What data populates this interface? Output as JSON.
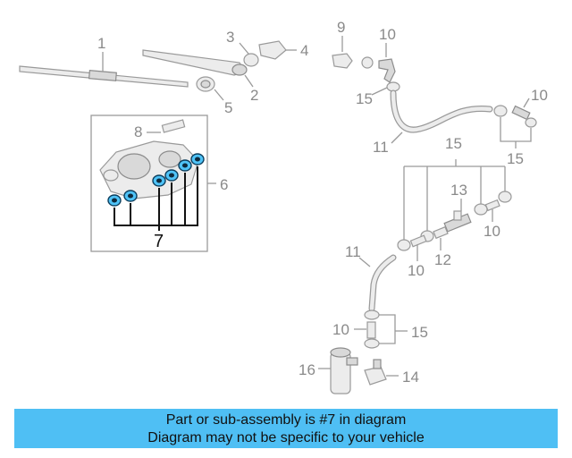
{
  "callouts": {
    "c1": "1",
    "c2": "2",
    "c3": "3",
    "c4": "4",
    "c5": "5",
    "c6": "6",
    "c7": "7",
    "c8": "8",
    "c9": "9",
    "c10": "10",
    "c11": "11",
    "c12": "12",
    "c13": "13",
    "c14": "14",
    "c15": "15",
    "c16": "16"
  },
  "banner": {
    "line1": "Part or sub-assembly is #7 in diagram",
    "line2": "Diagram may not be specific to your vehicle"
  },
  "colors": {
    "banner": "#4fbff4",
    "highlight": "#4fc3f7",
    "callout_text": "#8a8a8a"
  }
}
